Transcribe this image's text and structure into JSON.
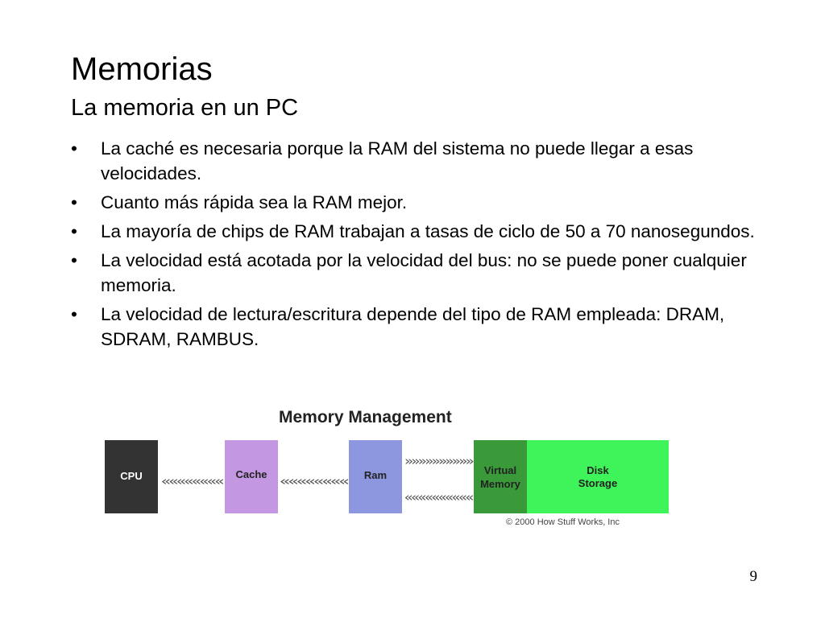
{
  "slide": {
    "title": "Memorias",
    "subtitle": "La memoria en un PC",
    "bullet_symbol": "•",
    "bullets": [
      "La caché es necesaria porque la RAM del sistema no puede llegar a esas velocidades.",
      "Cuanto más rápida sea la RAM mejor.",
      "La mayoría de chips de RAM trabajan a tasas de ciclo de 50 a 70 nanosegundos.",
      "La velocidad está acotada por la velocidad del bus: no se puede poner cualquier memoria.",
      "La velocidad de lectura/escritura depende del tipo de RAM empleada: DRAM, SDRAM, RAMBUS."
    ],
    "page_number": "9"
  },
  "diagram": {
    "title": "Memory Management",
    "boxes": {
      "cpu": "CPU",
      "cache": "Cache",
      "ram": "Ram",
      "virtual_memory_line1": "Virtual",
      "virtual_memory_line2": "Memory",
      "disk_line1": "Disk",
      "disk_line2": "Storage"
    },
    "arrows": {
      "cache_to_cpu": "««««««««",
      "ram_to_cache": "««««««««",
      "ram_to_virtual": "»»»»»»»»»»",
      "virtual_to_ram": "««««««««««"
    },
    "copyright": "© 2000 How Stuff Works, Inc",
    "colors": {
      "cpu": "#333333",
      "cache": "#c497e3",
      "ram": "#8d97df",
      "virtual_memory": "#3a9a3a",
      "disk_storage": "#3ff35a",
      "arrow_dark": "#555555",
      "arrow_light": "#8d97df"
    }
  }
}
